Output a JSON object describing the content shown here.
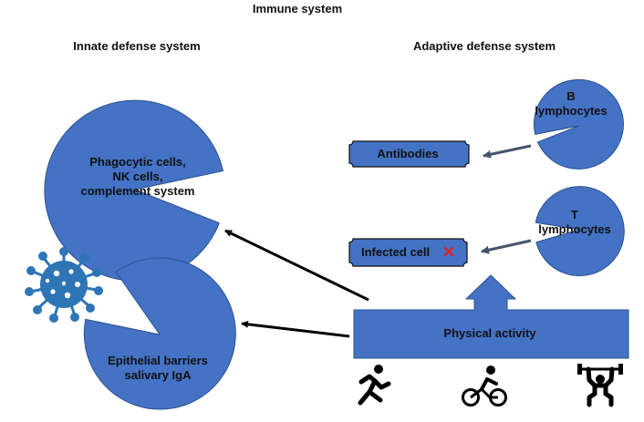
{
  "title": "Immune system",
  "innate": {
    "heading": "Innate defense system",
    "phagocytic_line1": "Phagocytic cells,",
    "phagocytic_line2": "NK cells,",
    "phagocytic_line3": "complement system",
    "epithelial_line1": "Epithelial barriers",
    "epithelial_line2": "salivary IgA"
  },
  "adaptive": {
    "heading": "Adaptive defense system",
    "b_line1": "B",
    "b_line2": "lymphocytes",
    "t_line1": "T",
    "t_line2": "lymphocytes",
    "antibodies": "Antibodies",
    "infected_cell": "Infected cell"
  },
  "physical_activity": "Physical activity",
  "icons": [
    "virus-icon",
    "cross-mark-icon",
    "running-icon",
    "cycling-icon",
    "weightlifting-icon"
  ],
  "colors": {
    "shape_fill": "#4472c4",
    "shape_stroke": "#2f528f",
    "virus": "#2e75b6",
    "cross": "#e02020",
    "arrow_black": "#000000",
    "arrow_slate": "#44546a"
  }
}
